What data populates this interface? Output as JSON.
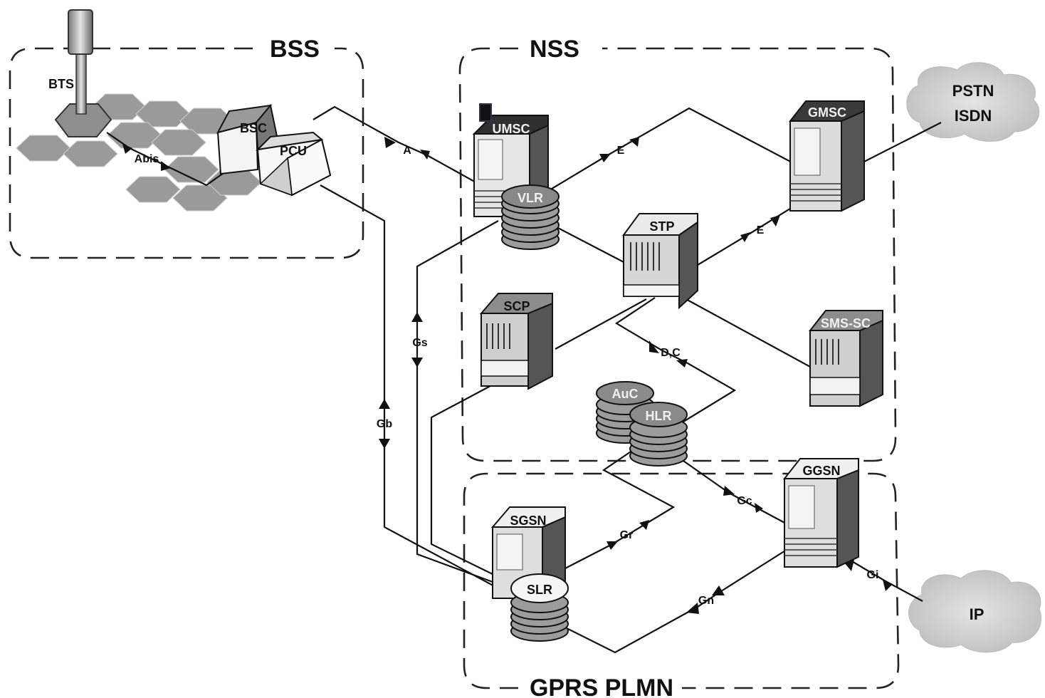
{
  "regions": {
    "bss": "BSS",
    "nss": "NSS",
    "gprs": "GPRS PLMN"
  },
  "nodes": {
    "bts": "BTS",
    "bsc": "BSC",
    "pcu": "PCU",
    "umsc": "UMSC",
    "vlr": "VLR",
    "gmsc": "GMSC",
    "stp": "STP",
    "scp": "SCP",
    "sms_sc": "SMS-SC",
    "auc": "AuC",
    "hlr": "HLR",
    "ggsn": "GGSN",
    "sgsn": "SGSN",
    "slr": "SLR"
  },
  "clouds": {
    "pstn_line1": "PSTN",
    "pstn_line2": "ISDN",
    "ip": "IP"
  },
  "interfaces": {
    "abis": "Abis",
    "a": "A",
    "e_upper": "E",
    "e_lower": "E",
    "gs": "Gs",
    "gb": "Gb",
    "dc": "D,C",
    "gc": "Gc",
    "gr": "Gr",
    "gn": "Gn",
    "gi": "Gi"
  }
}
